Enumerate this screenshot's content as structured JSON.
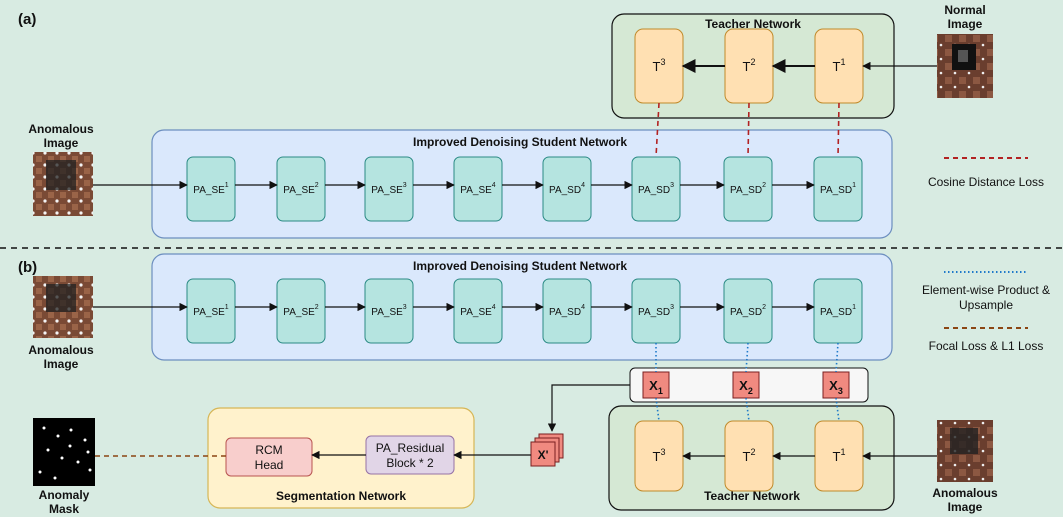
{
  "part_a": {
    "label": "(a)",
    "teacher": {
      "title": "Teacher Network",
      "nodes": [
        {
          "base": "T",
          "sup": "3"
        },
        {
          "base": "T",
          "sup": "2"
        },
        {
          "base": "T",
          "sup": "1"
        }
      ]
    },
    "student": {
      "title": "Improved Denoising Student Network",
      "nodes": [
        {
          "base": "PA_SE",
          "sup": "1"
        },
        {
          "base": "PA_SE",
          "sup": "2"
        },
        {
          "base": "PA_SE",
          "sup": "3"
        },
        {
          "base": "PA_SE",
          "sup": "4"
        },
        {
          "base": "PA_SD",
          "sup": "4"
        },
        {
          "base": "PA_SD",
          "sup": "3"
        },
        {
          "base": "PA_SD",
          "sup": "2"
        },
        {
          "base": "PA_SD",
          "sup": "1"
        }
      ]
    },
    "input_left": {
      "line1": "Anomalous",
      "line2": "Image"
    },
    "input_right": {
      "line1": "Normal",
      "line2": "Image"
    },
    "legend": [
      {
        "label": "Cosine Distance Loss",
        "style": "dashed",
        "color": "#b22222"
      }
    ]
  },
  "part_b": {
    "label": "(b)",
    "student": {
      "title": "Improved Denoising Student Network",
      "nodes": [
        {
          "base": "PA_SE",
          "sup": "1"
        },
        {
          "base": "PA_SE",
          "sup": "2"
        },
        {
          "base": "PA_SE",
          "sup": "3"
        },
        {
          "base": "PA_SE",
          "sup": "4"
        },
        {
          "base": "PA_SD",
          "sup": "4"
        },
        {
          "base": "PA_SD",
          "sup": "3"
        },
        {
          "base": "PA_SD",
          "sup": "2"
        },
        {
          "base": "PA_SD",
          "sup": "1"
        }
      ]
    },
    "fusion": [
      {
        "base": "X",
        "sub": "1"
      },
      {
        "base": "X",
        "sub": "2"
      },
      {
        "base": "X",
        "sub": "3"
      }
    ],
    "x_prime": "X'",
    "teacher": {
      "title": "Teacher Network",
      "nodes": [
        {
          "base": "T",
          "sup": "3"
        },
        {
          "base": "T",
          "sup": "2"
        },
        {
          "base": "T",
          "sup": "1"
        }
      ]
    },
    "segmentation": {
      "title": "Segmentation Network",
      "rcm": {
        "line1": "RCM",
        "line2": "Head"
      },
      "residual": {
        "line1": "PA_Residual",
        "line2": "Block * 2"
      }
    },
    "input_left": {
      "line1": "Anomalous",
      "line2": "Image"
    },
    "input_right": {
      "line1": "Anomalous",
      "line2": "Image"
    },
    "output": {
      "line1": "Anomaly",
      "line2": "Mask"
    },
    "legend": [
      {
        "label1": "Element-wise Product &",
        "label2": "Upsample",
        "style": "dotted",
        "color": "#1f7ac9"
      },
      {
        "label1": "Focal Loss & L1 Loss",
        "label2": "",
        "style": "dashed",
        "color": "#8b4513"
      }
    ]
  },
  "colors": {
    "background": "#d8ebe2",
    "student_panel": "#dae8fc",
    "student_node": "#b5e4e0",
    "teacher_panel": "#d5e8d4",
    "teacher_node": "#ffe0b2",
    "segmentation_panel": "#fff2cc",
    "rcm_node": "#f8cecc",
    "residual_node": "#e1d5e7",
    "fusion_cell": "#f08a80",
    "cosine_line": "#b22222",
    "dotted_line": "#1f7ac9",
    "focal_line": "#8b4513"
  }
}
